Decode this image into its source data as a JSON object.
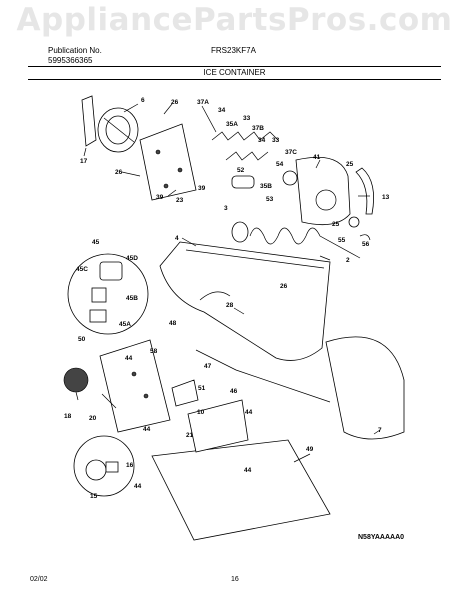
{
  "watermark": "AppliancePartsPros.com",
  "header": {
    "publication_label": "Publication No.",
    "publication_number": "5995366365",
    "model": "FRS23KF7A",
    "section_title": "ICE CONTAINER"
  },
  "diagram": {
    "code": "N58YAAAAA0",
    "callouts": [
      "6",
      "26",
      "17",
      "23",
      "39",
      "39",
      "26",
      "37A",
      "34",
      "35A",
      "33",
      "37B",
      "34",
      "33",
      "37C",
      "52",
      "54",
      "35B",
      "53",
      "41",
      "25",
      "13",
      "3",
      "25",
      "55",
      "56",
      "4",
      "2",
      "26",
      "28",
      "45",
      "45D",
      "45C",
      "45B",
      "45A",
      "50",
      "48",
      "47",
      "58",
      "44",
      "51",
      "46",
      "18",
      "20",
      "10",
      "44",
      "44",
      "21",
      "16",
      "15",
      "44",
      "44",
      "49",
      "7"
    ]
  },
  "footer": {
    "date": "02/02",
    "page": "16"
  }
}
